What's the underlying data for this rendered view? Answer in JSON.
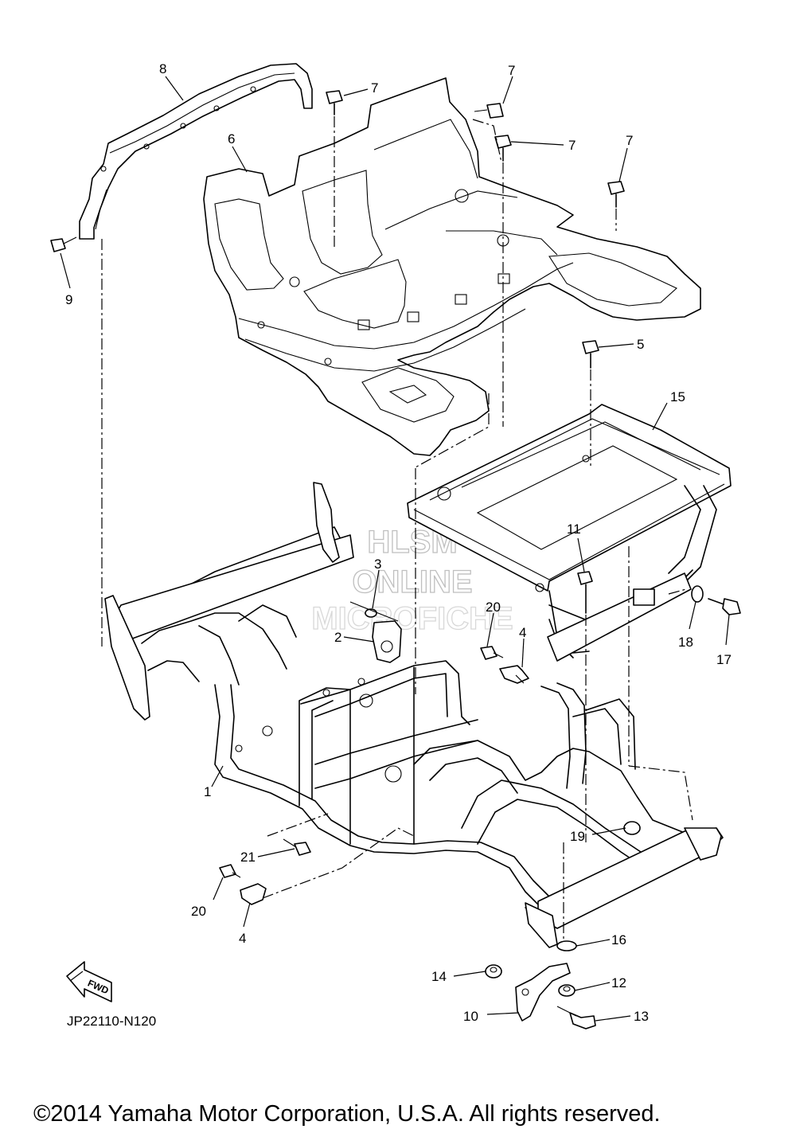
{
  "diagram": {
    "callouts": [
      {
        "id": "c8",
        "label": "8"
      },
      {
        "id": "c6",
        "label": "6"
      },
      {
        "id": "c9",
        "label": "9"
      },
      {
        "id": "c7a",
        "label": "7"
      },
      {
        "id": "c7b",
        "label": "7"
      },
      {
        "id": "c7c",
        "label": "7"
      },
      {
        "id": "c7d",
        "label": "7"
      },
      {
        "id": "c5",
        "label": "5"
      },
      {
        "id": "c15",
        "label": "15"
      },
      {
        "id": "c11",
        "label": "11"
      },
      {
        "id": "c3",
        "label": "3"
      },
      {
        "id": "c2",
        "label": "2"
      },
      {
        "id": "c20a",
        "label": "20"
      },
      {
        "id": "c4a",
        "label": "4"
      },
      {
        "id": "c18",
        "label": "18"
      },
      {
        "id": "c17",
        "label": "17"
      },
      {
        "id": "c1",
        "label": "1"
      },
      {
        "id": "c19",
        "label": "19"
      },
      {
        "id": "c21",
        "label": "21"
      },
      {
        "id": "c20b",
        "label": "20"
      },
      {
        "id": "c4b",
        "label": "4"
      },
      {
        "id": "c16",
        "label": "16"
      },
      {
        "id": "c14",
        "label": "14"
      },
      {
        "id": "c12",
        "label": "12"
      },
      {
        "id": "c10",
        "label": "10"
      },
      {
        "id": "c13",
        "label": "13"
      }
    ],
    "watermark": [
      "HLSM",
      "ONLINE",
      "MICROFICHE"
    ],
    "fwd_label": "FWD",
    "drawing_code": "JP22110-N120"
  },
  "footer": {
    "copyright": "©2014 Yamaha Motor Corporation, U.S.A. All rights reserved."
  }
}
